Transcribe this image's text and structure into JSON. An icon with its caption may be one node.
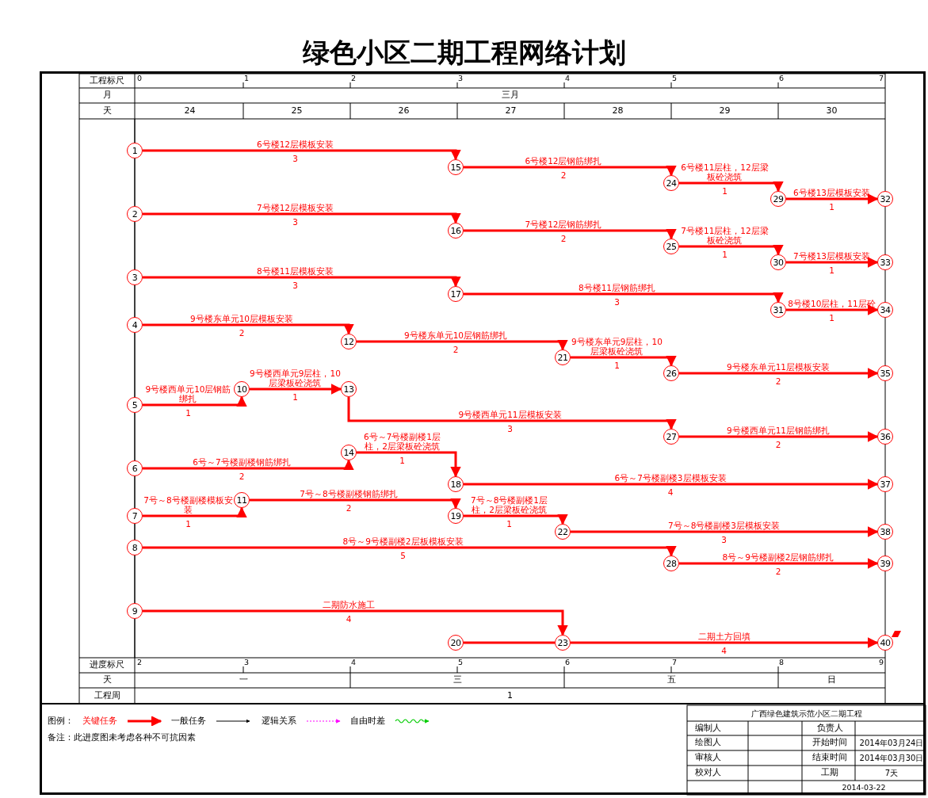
{
  "diagram": {
    "title": "绿色小区二期工程网络计划",
    "nodes": [
      {
        "text": [
          "1"
        ]
      },
      {
        "text": [
          "2"
        ]
      },
      {
        "text": [
          "3"
        ]
      },
      {
        "text": [
          "4"
        ]
      },
      {
        "text": [
          "5"
        ]
      },
      {
        "text": [
          "6"
        ]
      },
      {
        "text": [
          "7"
        ]
      },
      {
        "text": [
          "8"
        ]
      },
      {
        "text": [
          "9"
        ]
      },
      {
        "text": [
          "10"
        ]
      },
      {
        "text": [
          "11"
        ]
      },
      {
        "text": [
          "12"
        ]
      },
      {
        "text": [
          "13"
        ]
      },
      {
        "text": [
          "14"
        ]
      },
      {
        "text": [
          "15"
        ]
      },
      {
        "text": [
          "16"
        ]
      },
      {
        "text": [
          "17"
        ]
      },
      {
        "text": [
          "18"
        ]
      },
      {
        "text": [
          "19"
        ]
      },
      {
        "text": [
          "20"
        ]
      },
      {
        "text": [
          "21"
        ]
      },
      {
        "text": [
          "22"
        ]
      },
      {
        "text": [
          "23"
        ]
      },
      {
        "text": [
          "24"
        ]
      },
      {
        "text": [
          "25"
        ]
      },
      {
        "text": [
          "26"
        ]
      },
      {
        "text": [
          "27"
        ]
      },
      {
        "text": [
          "28"
        ]
      },
      {
        "text": [
          "29"
        ]
      },
      {
        "text": [
          "30"
        ]
      },
      {
        "text": [
          "31"
        ]
      },
      {
        "text": [
          "32"
        ]
      },
      {
        "text": [
          "33"
        ]
      },
      {
        "text": [
          "34"
        ]
      },
      {
        "text": [
          "35"
        ]
      },
      {
        "text": [
          "36"
        ]
      },
      {
        "text": [
          "37"
        ]
      },
      {
        "text": [
          "38"
        ]
      },
      {
        "text": [
          "39"
        ]
      },
      {
        "text": [
          "40"
        ]
      }
    ],
    "edges": [
      {
        "from": 0,
        "to": 14,
        "arrow": "to",
        "label": "6号楼12层模板安装"
      },
      {
        "from": 14,
        "to": 23,
        "arrow": "to",
        "label": "6号楼12层钢筋绑扎"
      },
      {
        "from": 23,
        "to": 28,
        "arrow": "to",
        "label": "6号楼11层柱，12层梁板砼浇筑"
      },
      {
        "from": 28,
        "to": 31,
        "arrow": "to",
        "label": "6号楼13层模板安装"
      },
      {
        "from": 1,
        "to": 15,
        "arrow": "to",
        "label": "7号楼12层模板安装"
      },
      {
        "from": 15,
        "to": 24,
        "arrow": "to",
        "label": "7号楼12层钢筋绑扎"
      },
      {
        "from": 24,
        "to": 29,
        "arrow": "to",
        "label": "7号楼11层柱，12层梁板砼浇筑"
      },
      {
        "from": 29,
        "to": 32,
        "arrow": "to",
        "label": "7号楼13层模板安装"
      },
      {
        "from": 2,
        "to": 16,
        "arrow": "to",
        "label": "8号楼11层模板安装"
      },
      {
        "from": 16,
        "to": 30,
        "arrow": "to",
        "label": "8号楼11层钢筋绑扎"
      },
      {
        "from": 30,
        "to": 33,
        "arrow": "to",
        "label": "8号楼10层柱，11层砼"
      },
      {
        "from": 3,
        "to": 11,
        "arrow": "to",
        "label": "9号楼东单元10层模板安装"
      },
      {
        "from": 11,
        "to": 20,
        "arrow": "to",
        "label": "9号楼东单元10层钢筋绑扎"
      },
      {
        "from": 20,
        "to": 25,
        "arrow": "to",
        "label": "9号楼东单元9层柱，10层梁板砼浇筑"
      },
      {
        "from": 25,
        "to": 34,
        "arrow": "to",
        "label": "9号楼东单元11层模板安装"
      },
      {
        "from": 4,
        "to": 9,
        "arrow": "to",
        "label": "9号楼西单元10层钢筋绑扎"
      },
      {
        "from": 9,
        "to": 12,
        "arrow": "to",
        "label": "9号楼西单元9层柱，10层梁板砼浇筑"
      },
      {
        "from": 12,
        "to": 26,
        "arrow": "to",
        "label": "9号楼西单元11层模板安装"
      },
      {
        "from": 26,
        "to": 35,
        "arrow": "to",
        "label": "9号楼西单元11层钢筋绑扎"
      },
      {
        "from": 5,
        "to": 13,
        "arrow": "to",
        "label": "6号～7号楼副楼钢筋绑扎"
      },
      {
        "from": 13,
        "to": 17,
        "arrow": "to",
        "label": "6号～7号楼副楼1层柱，2层梁板砼浇筑"
      },
      {
        "from": 17,
        "to": 36,
        "arrow": "to",
        "label": "6号～7号楼副楼3层模板安装"
      },
      {
        "from": 6,
        "to": 10,
        "arrow": "to",
        "label": "7号～8号楼副楼模板安装"
      },
      {
        "from": 10,
        "to": 18,
        "arrow": "to",
        "label": "7号～8号楼副楼钢筋绑扎"
      },
      {
        "from": 18,
        "to": 21,
        "arrow": "to",
        "label": "7号～8号楼副楼1层柱，2层梁板砼浇筑"
      },
      {
        "from": 21,
        "to": 37,
        "arrow": "to",
        "label": "7号～8号楼副楼3层模板安装"
      },
      {
        "from": 7,
        "to": 27,
        "arrow": "to",
        "label": "8号～9号楼副楼2层板模板安装"
      },
      {
        "from": 27,
        "to": 38,
        "arrow": "to",
        "label": "8号～9号楼副楼2层钢筋绑扎"
      },
      {
        "from": 8,
        "to": 22,
        "arrow": "to",
        "label": "二期防水施工"
      },
      {
        "from": 22,
        "to": 39,
        "arrow": "to",
        "label": "二期土方回填"
      },
      {
        "from": 19,
        "to": 22,
        "arrow": "none"
      }
    ],
    "labels": [
      "工程标尺",
      "0",
      "1",
      "2",
      "3",
      "4",
      "5",
      "6",
      "7",
      "月",
      "三月",
      "天",
      "24",
      "25",
      "26",
      "27",
      "28",
      "29",
      "30",
      "3",
      "2",
      "1",
      "1",
      "3",
      "2",
      "1",
      "1",
      "3",
      "3",
      "1",
      "2",
      "2",
      "1",
      "2",
      "1",
      "1",
      "3",
      "2",
      "2",
      "1",
      "4",
      "1",
      "2",
      "1",
      "3",
      "5",
      "2",
      "4",
      "4",
      "进度标尺",
      "2",
      "3",
      "4",
      "5",
      "6",
      "7",
      "8",
      "9",
      "天",
      "一",
      "三",
      "五",
      "日",
      "工程周",
      "1",
      "图例：",
      "备注：此进度图未考虑各种不可抗因素",
      "广西绿色建筑示范小区二期工程",
      "编制人",
      "负责人",
      "绘图人",
      "开始时间",
      "2014年03月24日",
      "审核人",
      "结束时间",
      "2014年03月30日",
      "校对人",
      "工期",
      "7天",
      "2014-03-22"
    ],
    "legend": [
      {
        "text": "关键任务"
      },
      {
        "text": "一般任务"
      },
      {
        "text": "逻辑关系"
      },
      {
        "text": "自由时差"
      }
    ]
  }
}
